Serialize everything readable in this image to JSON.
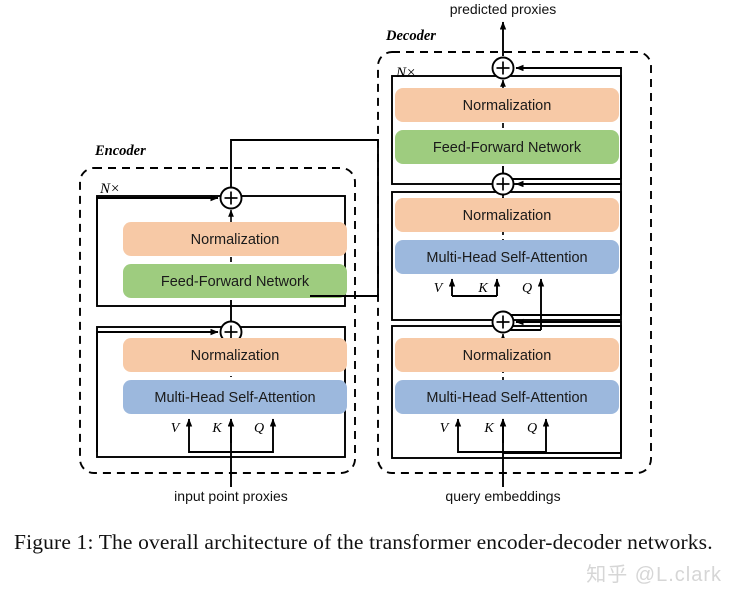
{
  "figure": {
    "caption_prefix": "Figure 1:",
    "caption_text": "The overall architecture of the transformer encoder-decoder networks.",
    "caption_full": "Figure 1: The overall architecture of the transformer encoder-decoder networks.",
    "watermark": "知乎 @L.clark"
  },
  "colors": {
    "normalization": "#F7C9A6",
    "feed_forward": "#9ECC7F",
    "attention": "#9CB8DD",
    "line": "#000000",
    "background": "#FFFFFF",
    "watermark": "#D6D6D6"
  },
  "diagram": {
    "type": "transformer-encoder-decoder",
    "encoder": {
      "title": "Encoder",
      "repeat_label": "N×",
      "input_label": "input point proxies",
      "sublayers": [
        {
          "name": "feed-forward-sublayer",
          "blocks": [
            {
              "label": "Normalization",
              "color": "#F7C9A6"
            },
            {
              "label": "Feed-Forward Network",
              "color": "#9ECC7F"
            }
          ]
        },
        {
          "name": "self-attention-sublayer",
          "blocks": [
            {
              "label": "Normalization",
              "color": "#F7C9A6"
            },
            {
              "label": "Multi-Head Self-Attention",
              "color": "#9CB8DD"
            }
          ],
          "inputs": [
            "V",
            "K",
            "Q"
          ]
        }
      ],
      "residual_symbol": "+"
    },
    "decoder": {
      "title": "Decoder",
      "repeat_label": "N×",
      "input_label": "query embeddings",
      "output_label": "predicted proxies",
      "sublayers": [
        {
          "name": "feed-forward-sublayer",
          "blocks": [
            {
              "label": "Normalization",
              "color": "#F7C9A6"
            },
            {
              "label": "Feed-Forward Network",
              "color": "#9ECC7F"
            }
          ]
        },
        {
          "name": "cross-attention-sublayer",
          "blocks": [
            {
              "label": "Normalization",
              "color": "#F7C9A6"
            },
            {
              "label": "Multi-Head Self-Attention",
              "color": "#9CB8DD"
            }
          ],
          "inputs": [
            "V",
            "K",
            "Q"
          ]
        },
        {
          "name": "self-attention-sublayer",
          "blocks": [
            {
              "label": "Normalization",
              "color": "#F7C9A6"
            },
            {
              "label": "Multi-Head Self-Attention",
              "color": "#9CB8DD"
            }
          ],
          "inputs": [
            "V",
            "K",
            "Q"
          ]
        }
      ],
      "residual_symbol": "+"
    }
  },
  "labels": {
    "normalization": "Normalization",
    "feed_forward_network": "Feed-Forward Network",
    "multi_head_self_attention": "Multi-Head Self-Attention",
    "encoder": "Encoder",
    "decoder": "Decoder",
    "n_times": "N×",
    "plus": "+",
    "V": "V",
    "K": "K",
    "Q": "Q",
    "input_point_proxies": "input point proxies",
    "query_embeddings": "query embeddings",
    "predicted_proxies": "predicted proxies"
  }
}
